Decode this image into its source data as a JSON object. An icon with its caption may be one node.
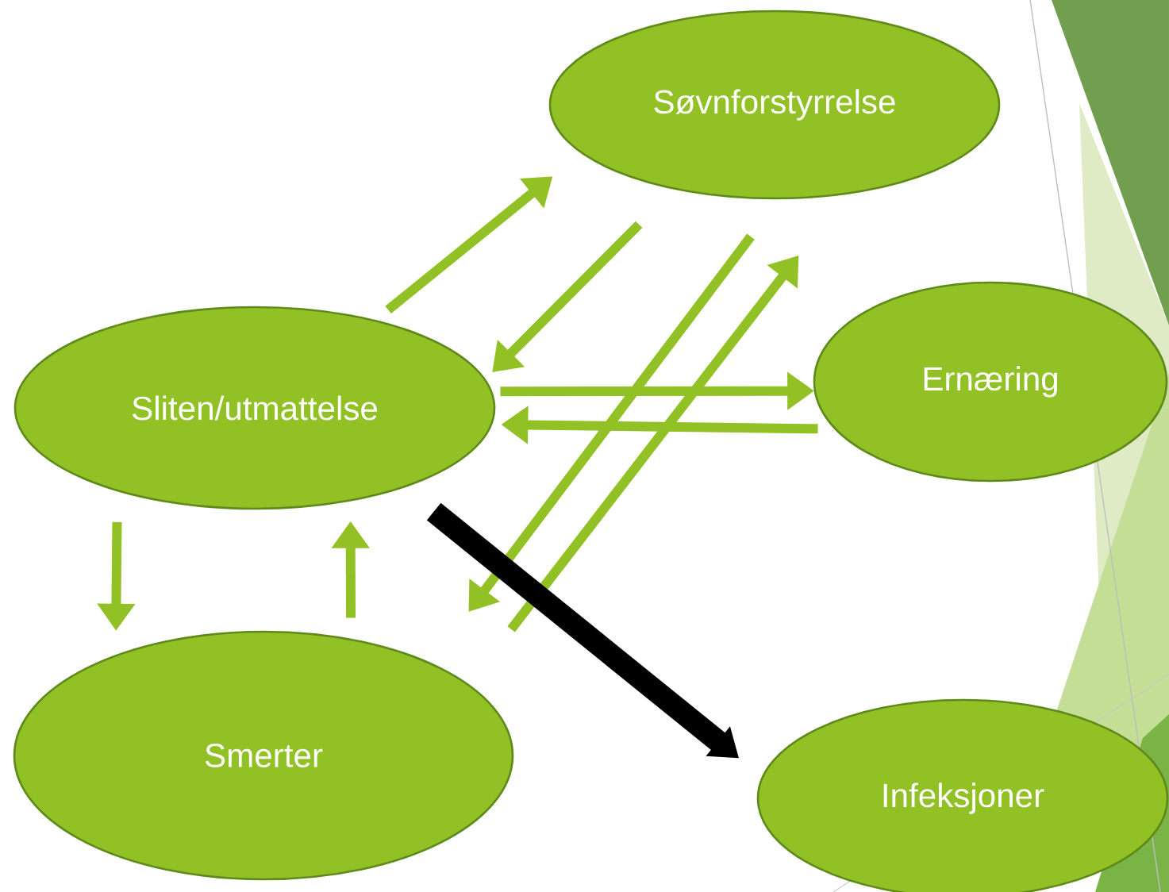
{
  "diagram": {
    "nodes": [
      {
        "text": [
          "Søvnforstyrrelse"
        ]
      },
      {
        "text": [
          "Sliten/utmattelse"
        ]
      },
      {
        "text": [
          "Ernæring"
        ]
      },
      {
        "text": [
          "Smerter"
        ]
      },
      {
        "text": [
          "Infeksjoner"
        ]
      }
    ],
    "edges": [
      {
        "from": 1,
        "to": 0,
        "arrow": "to"
      },
      {
        "from": 0,
        "to": 1,
        "arrow": "to"
      },
      {
        "from": 0,
        "to": 3,
        "arrow": "to"
      },
      {
        "from": 3,
        "to": 0,
        "arrow": "to"
      },
      {
        "from": 1,
        "to": 2,
        "arrow": "to"
      },
      {
        "from": 2,
        "to": 1,
        "arrow": "to"
      },
      {
        "from": 1,
        "to": 3,
        "arrow": "to"
      },
      {
        "from": 3,
        "to": 1,
        "arrow": "to"
      },
      {
        "from": 1,
        "to": 4,
        "arrow": "to",
        "style": "thick",
        "color": "#000000"
      }
    ]
  }
}
